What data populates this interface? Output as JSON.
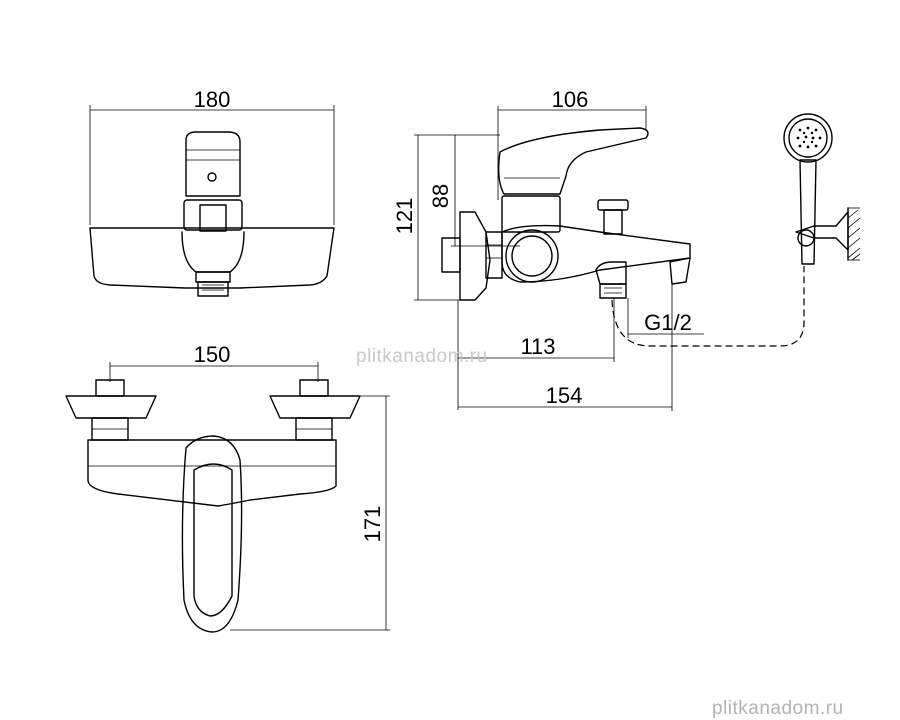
{
  "dimensions": {
    "top_width": "180",
    "side_width": "106",
    "side_height_outer": "121",
    "side_height_inner": "88",
    "side_spout_offset": "113",
    "side_total_depth": "154",
    "thread": "G1/2",
    "front_centers": "150",
    "front_height": "171"
  },
  "watermarks": {
    "center": "plitkanadom.ru",
    "corner": "plitkanadom.ru"
  }
}
